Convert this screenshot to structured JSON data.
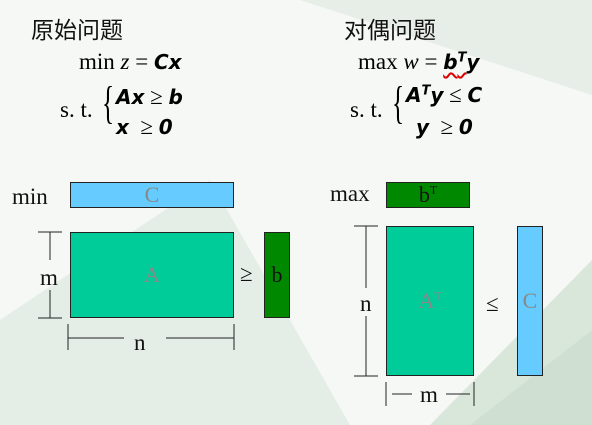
{
  "primal": {
    "title": "原始问题",
    "objective": {
      "op": "min",
      "var": "z",
      "eq": "=",
      "expr": "Cx"
    },
    "st": "s. t.",
    "c1": {
      "lhs": "Ax",
      "rel": "≥",
      "rhs": "b"
    },
    "c2": {
      "lhs": "x",
      "rel": "≥",
      "rhs": "0"
    }
  },
  "dual": {
    "title": "对偶问题",
    "objective": {
      "op": "max",
      "var": "w",
      "eq": "=",
      "expr": "b",
      "sup": "T",
      "y": "y"
    },
    "st": "s. t.",
    "c1": {
      "lhs": "A",
      "sup": "T",
      "y": "y",
      "rel": "≤",
      "rhs": "C"
    },
    "c2": {
      "lhs": "y",
      "rel": "≥",
      "rhs": "0"
    }
  },
  "primal_diagram": {
    "obj_label": "min",
    "c_box": "C",
    "a_box": "A",
    "m_label": "m",
    "n_label": "n",
    "rel": "≥",
    "b_box": "b"
  },
  "dual_diagram": {
    "obj_label": "max",
    "bt_box": "b",
    "bt_sup": "T",
    "at_box": "A",
    "at_sup": "T",
    "n_label": "n",
    "m_label": "m",
    "rel": "≤",
    "c_box": "C"
  },
  "colors": {
    "light_blue": "#66ccff",
    "teal": "#00cc99",
    "green": "#008800",
    "background_shapes": "#dfeadf"
  }
}
